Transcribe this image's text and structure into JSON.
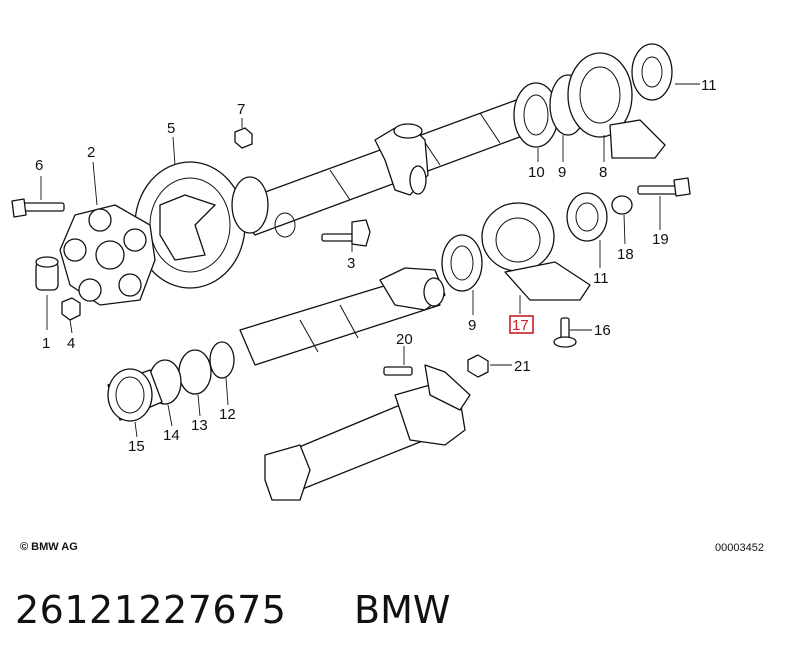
{
  "diagram": {
    "highlight_color": "#c8202a",
    "callouts": [
      {
        "id": "c1",
        "label": "1",
        "highlighted": false
      },
      {
        "id": "c2",
        "label": "2",
        "highlighted": false
      },
      {
        "id": "c3",
        "label": "3",
        "highlighted": false
      },
      {
        "id": "c4",
        "label": "4",
        "highlighted": false
      },
      {
        "id": "c5",
        "label": "5",
        "highlighted": false
      },
      {
        "id": "c6",
        "label": "6",
        "highlighted": false
      },
      {
        "id": "c7",
        "label": "7",
        "highlighted": false
      },
      {
        "id": "c8",
        "label": "8",
        "highlighted": false
      },
      {
        "id": "c9a",
        "label": "9",
        "highlighted": false
      },
      {
        "id": "c9b",
        "label": "9",
        "highlighted": false
      },
      {
        "id": "c10",
        "label": "10",
        "highlighted": false
      },
      {
        "id": "c11a",
        "label": "11",
        "highlighted": false
      },
      {
        "id": "c11b",
        "label": "11",
        "highlighted": false
      },
      {
        "id": "c12",
        "label": "12",
        "highlighted": false
      },
      {
        "id": "c13",
        "label": "13",
        "highlighted": false
      },
      {
        "id": "c14",
        "label": "14",
        "highlighted": false
      },
      {
        "id": "c15",
        "label": "15",
        "highlighted": false
      },
      {
        "id": "c16",
        "label": "16",
        "highlighted": false
      },
      {
        "id": "c17",
        "label": "17",
        "highlighted": true
      },
      {
        "id": "c18",
        "label": "18",
        "highlighted": false
      },
      {
        "id": "c19",
        "label": "19",
        "highlighted": false
      },
      {
        "id": "c20",
        "label": "20",
        "highlighted": false
      },
      {
        "id": "c21",
        "label": "21",
        "highlighted": false
      }
    ]
  },
  "footer": {
    "copyright": "© BMW AG",
    "drawing_id": "00003452"
  },
  "caption": {
    "part_number": "26121227675",
    "brand": "BMW"
  }
}
